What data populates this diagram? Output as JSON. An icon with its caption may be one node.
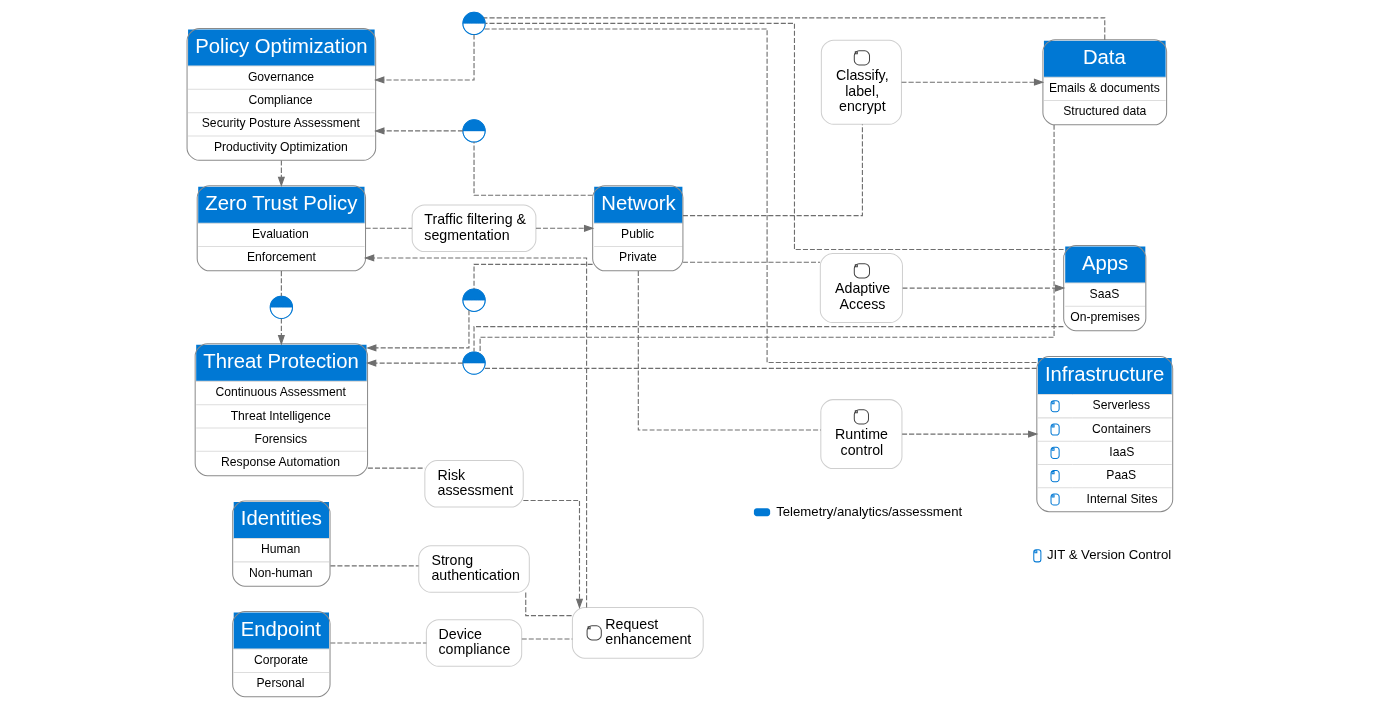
{
  "diagram": {
    "nodes": [
      {
        "text": [
          "Policy Optimization",
          "Governance",
          "Compliance",
          "Security Posture Assessment",
          "Productivity Optimization"
        ]
      },
      {
        "text": [],
        "shape": "gauge"
      },
      {
        "text": [],
        "shape": "gauge"
      },
      {
        "text": [
          "Classify, label, encrypt"
        ]
      },
      {
        "text": [
          "Data",
          "Emails & documents",
          "Structured data"
        ]
      },
      {
        "text": [
          "Identities",
          "Human",
          "Non-human"
        ]
      },
      {
        "text": [
          "Strong authentication"
        ]
      },
      {
        "text": [
          "Request enhancement"
        ]
      },
      {
        "text": [
          "Zero Trust Policy",
          "Evaluation",
          "Enforcement"
        ]
      },
      {
        "text": [
          "Traffic filtering & segmentation"
        ]
      },
      {
        "text": [
          "Network",
          "Public",
          "Private"
        ]
      },
      {
        "text": [
          "Adaptive Access"
        ]
      },
      {
        "text": [
          "Apps",
          "SaaS",
          "On-premises"
        ]
      },
      {
        "text": [
          "Risk assessment"
        ]
      },
      {
        "text": [],
        "shape": "gauge"
      },
      {
        "text": [
          "Endpoint",
          "Corporate",
          "Personal"
        ]
      },
      {
        "text": [
          "Device compliance"
        ]
      },
      {
        "text": [
          "Runtime control"
        ]
      },
      {
        "text": [
          "Infrastructure",
          "Serverless",
          "Containers",
          "IaaS",
          "PaaS",
          "Internal Sites"
        ]
      },
      {
        "text": [
          "Threat Protection",
          "Continuous Assessment",
          "Threat Intelligence",
          "Forensics",
          "Response Automation"
        ]
      },
      {
        "text": [],
        "shape": "gauge"
      },
      {
        "text": [],
        "shape": "gauge"
      }
    ],
    "edges": [
      {
        "from": 5,
        "to": 6,
        "arrow": "none",
        "style": "dashed"
      },
      {
        "from": 15,
        "to": 16,
        "arrow": "none",
        "style": "dashed"
      },
      {
        "from": 6,
        "to": 7,
        "arrow": "none",
        "style": "dashed"
      },
      {
        "from": 16,
        "to": 7,
        "arrow": "none",
        "style": "dashed"
      },
      {
        "from": 7,
        "to": 8,
        "arrow": "to",
        "style": "dashed"
      },
      {
        "from": 19,
        "to": 13,
        "arrow": "none",
        "style": "dashed"
      },
      {
        "from": 13,
        "to": 7,
        "arrow": "to",
        "style": "dashed"
      },
      {
        "from": 0,
        "to": 8,
        "arrow": "to",
        "style": "dashed"
      },
      {
        "from": 8,
        "to": 14,
        "arrow": "none",
        "style": "dashed"
      },
      {
        "from": 14,
        "to": 19,
        "arrow": "to",
        "style": "dashed"
      },
      {
        "from": 8,
        "to": 9,
        "arrow": "none",
        "style": "dashed"
      },
      {
        "from": 9,
        "to": 10,
        "arrow": "to",
        "style": "dashed"
      },
      {
        "from": 10,
        "to": 3,
        "arrow": "none",
        "style": "dashed"
      },
      {
        "from": 10,
        "to": 11,
        "arrow": "none",
        "style": "dashed"
      },
      {
        "from": 10,
        "to": 17,
        "arrow": "none",
        "style": "dashed"
      },
      {
        "from": 3,
        "to": 4,
        "arrow": "to",
        "style": "dashed"
      },
      {
        "from": 11,
        "to": 12,
        "arrow": "to",
        "style": "dashed"
      },
      {
        "from": 17,
        "to": 18,
        "arrow": "to",
        "style": "dashed"
      },
      {
        "from": 10,
        "to": 2,
        "arrow": "none",
        "style": "dashed"
      },
      {
        "from": 2,
        "to": 0,
        "arrow": "to",
        "style": "dashed"
      },
      {
        "from": 10,
        "to": 20,
        "arrow": "none",
        "style": "dashed"
      },
      {
        "from": 20,
        "to": 19,
        "arrow": "to",
        "style": "dashed"
      },
      {
        "from": 4,
        "to": 1,
        "arrow": "none",
        "style": "dashed"
      },
      {
        "from": 12,
        "to": 1,
        "arrow": "none",
        "style": "dashed"
      },
      {
        "from": 18,
        "to": 1,
        "arrow": "none",
        "style": "dashed"
      },
      {
        "from": 1,
        "to": 0,
        "arrow": "to",
        "style": "dashed"
      },
      {
        "from": 4,
        "to": 21,
        "arrow": "none",
        "style": "dashed"
      },
      {
        "from": 12,
        "to": 21,
        "arrow": "none",
        "style": "dashed"
      },
      {
        "from": 18,
        "to": 21,
        "arrow": "none",
        "style": "dashed"
      },
      {
        "from": 21,
        "to": 19,
        "arrow": "to",
        "style": "dashed"
      }
    ],
    "legend": [
      {
        "text": "Telemetry/analytics/assessment"
      },
      {
        "text": "JIT & Version Control"
      }
    ]
  }
}
